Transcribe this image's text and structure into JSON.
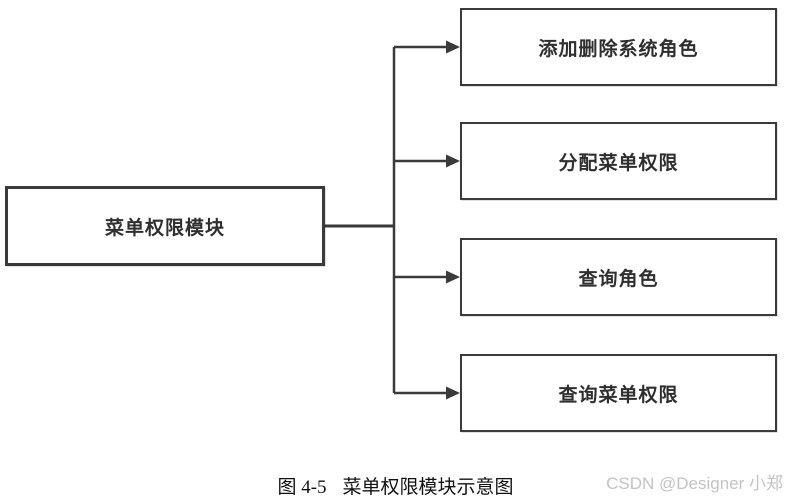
{
  "diagram": {
    "type": "module-structure-tree",
    "root": {
      "label": "菜单权限模块"
    },
    "children": [
      {
        "label": "添加删除系统角色"
      },
      {
        "label": "分配菜单权限"
      },
      {
        "label": "查询角色"
      },
      {
        "label": "查询菜单权限"
      }
    ],
    "colors": {
      "box_border": "#3a3a3a",
      "line": "#3a3a3a",
      "box_text": "#2f2f2f",
      "background": "#ffffff",
      "watermark": "#c3c3c3"
    }
  },
  "caption": {
    "figure_label": "图 4-5",
    "title": "菜单权限模块示意图"
  },
  "watermark": {
    "text": "CSDN @Designer 小郑"
  }
}
